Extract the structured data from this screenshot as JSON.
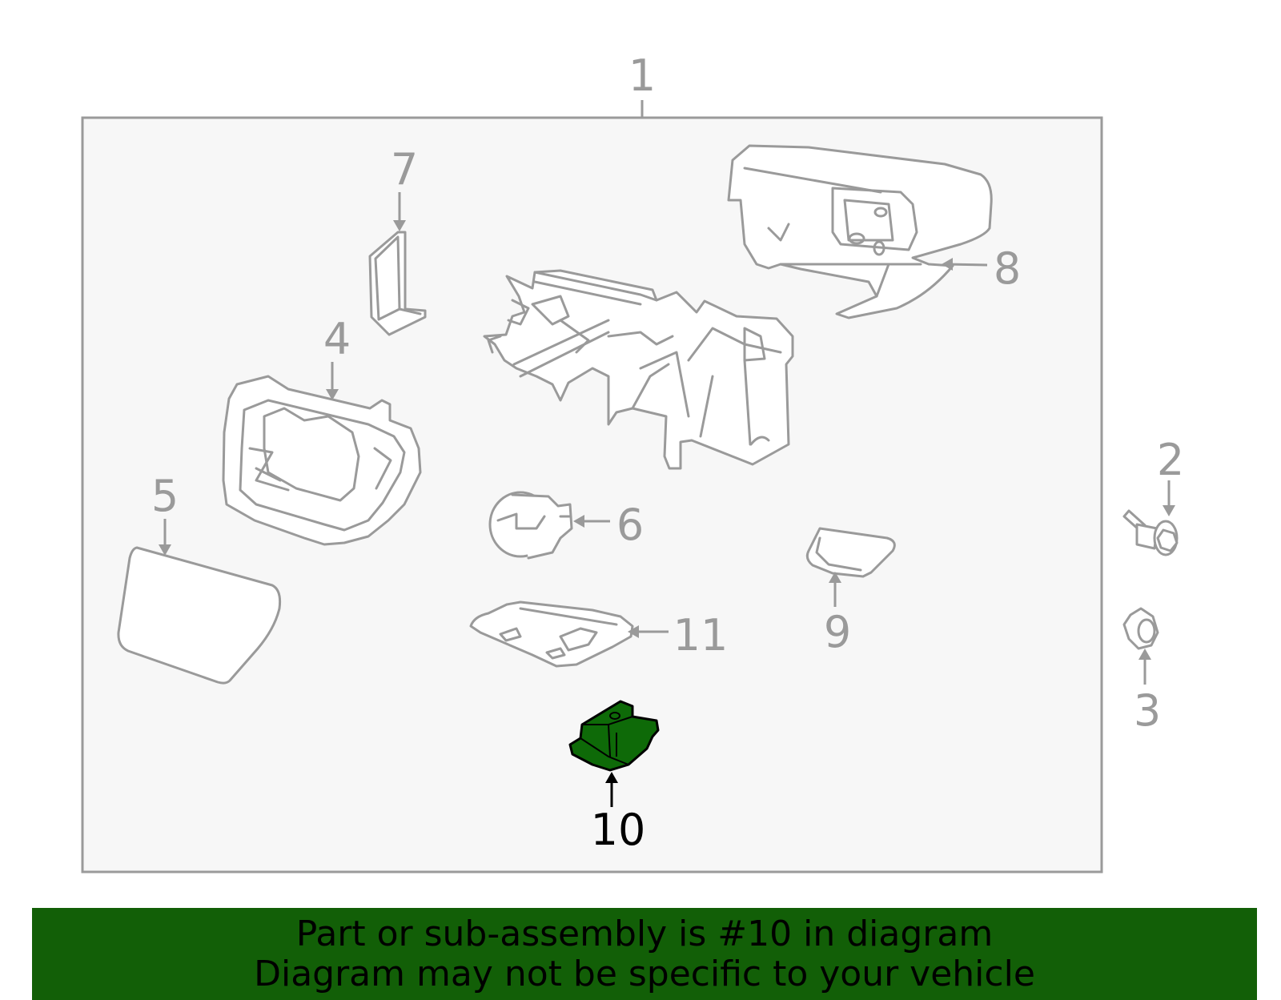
{
  "diagram": {
    "title_number": "1",
    "callouts": [
      {
        "id": "2",
        "label": "2"
      },
      {
        "id": "3",
        "label": "3"
      },
      {
        "id": "4",
        "label": "4"
      },
      {
        "id": "5",
        "label": "5"
      },
      {
        "id": "6",
        "label": "6"
      },
      {
        "id": "7",
        "label": "7"
      },
      {
        "id": "8",
        "label": "8"
      },
      {
        "id": "9",
        "label": "9"
      },
      {
        "id": "10",
        "label": "10"
      },
      {
        "id": "11",
        "label": "11"
      }
    ],
    "highlighted_part": "10",
    "colors": {
      "outline": "#9a9a9a",
      "panel": "#f7f7f7",
      "highlight_fill": "#0e6a08",
      "banner": "#125f07"
    }
  },
  "banner": {
    "line1": "Part or sub-assembly is #10 in diagram",
    "line2": "Diagram may not be specific to your vehicle"
  }
}
